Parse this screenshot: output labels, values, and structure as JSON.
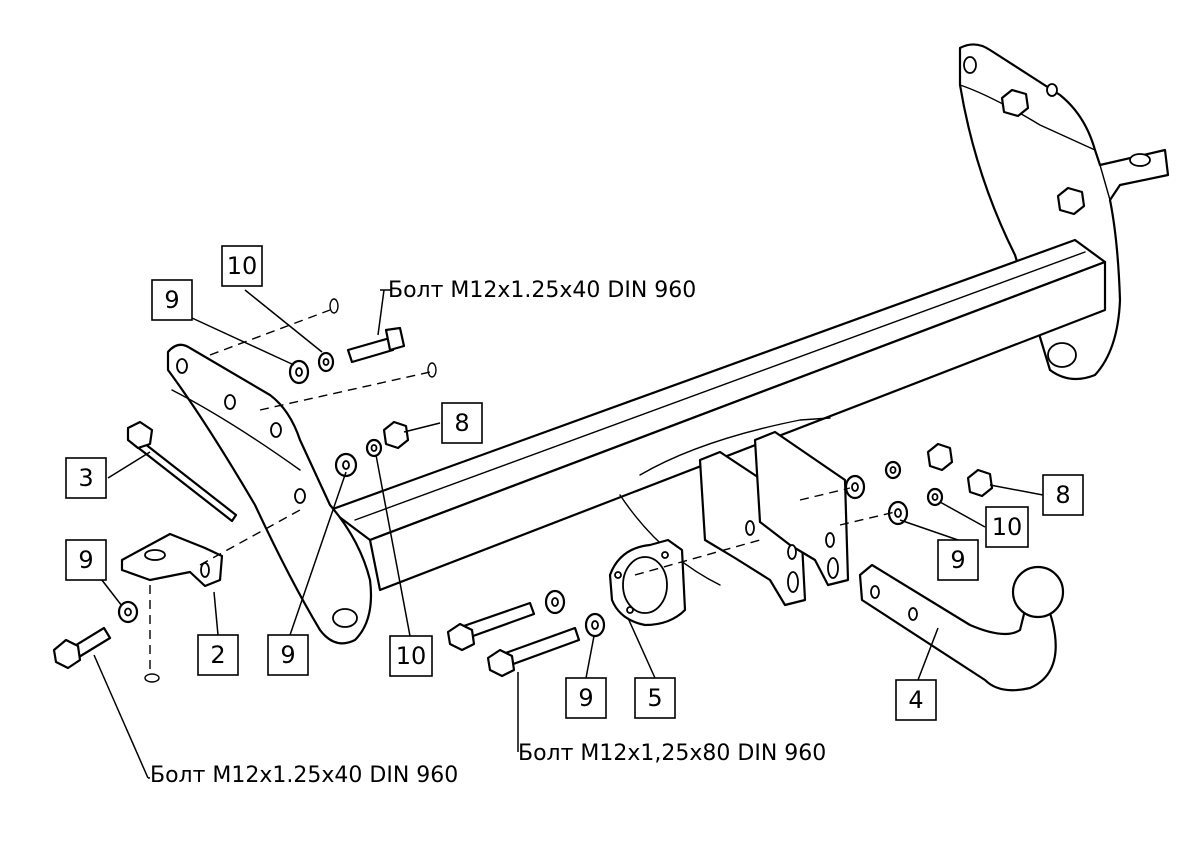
{
  "callouts": [
    {
      "id": "c10a",
      "label": "10"
    },
    {
      "id": "c9a",
      "label": "9"
    },
    {
      "id": "c8a",
      "label": "8"
    },
    {
      "id": "c3",
      "label": "3"
    },
    {
      "id": "c9b",
      "label": "9"
    },
    {
      "id": "c2",
      "label": "2"
    },
    {
      "id": "c9c",
      "label": "9"
    },
    {
      "id": "c10b",
      "label": "10"
    },
    {
      "id": "c9d",
      "label": "9"
    },
    {
      "id": "c5",
      "label": "5"
    },
    {
      "id": "c4",
      "label": "4"
    },
    {
      "id": "c9e",
      "label": "9"
    },
    {
      "id": "c10c",
      "label": "10"
    },
    {
      "id": "c8b",
      "label": "8"
    }
  ],
  "notes": {
    "bolt_top": "Болт M12x1.25x40 DIN 960",
    "bolt_bottom_left": "Болт M12x1.25x40 DIN 960",
    "bolt_bottom_center": "Болт M12x1,25x80 DIN 960"
  },
  "colors": {
    "line": "#000000",
    "background": "#ffffff"
  }
}
